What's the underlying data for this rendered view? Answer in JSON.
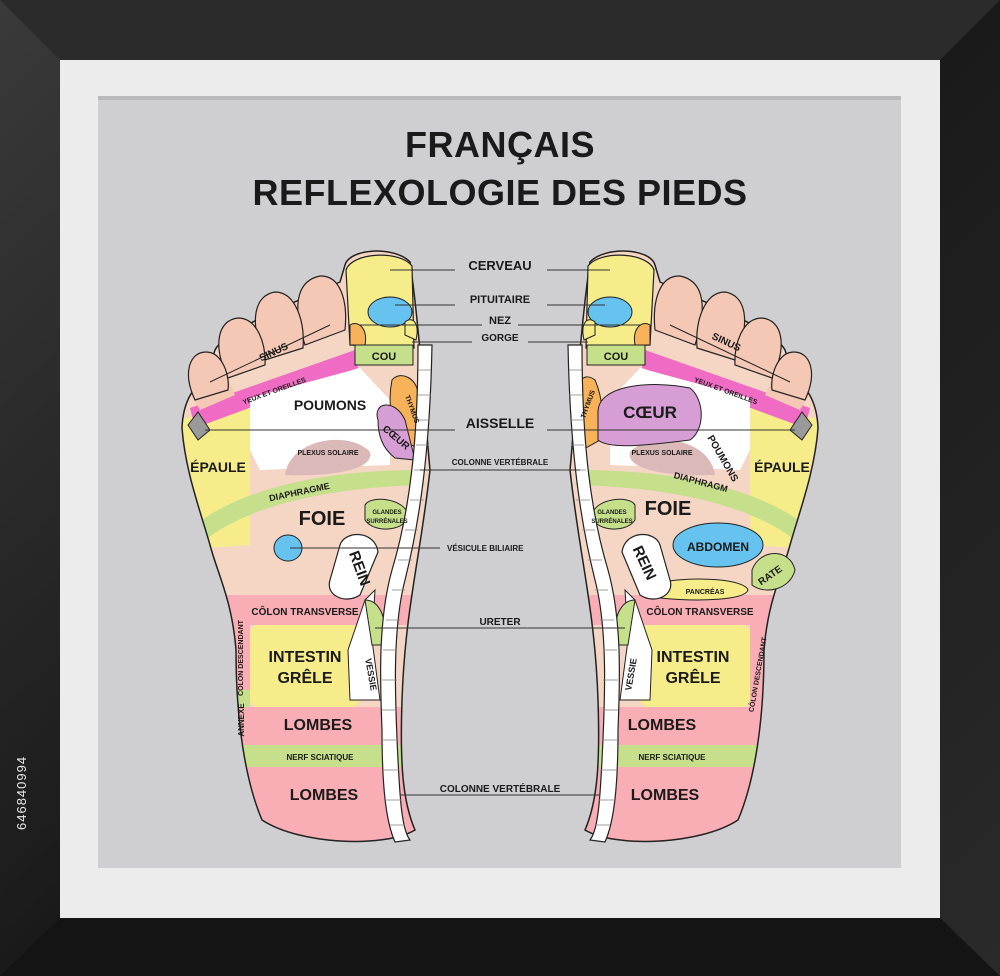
{
  "header": {
    "title_line1": "FRANÇAIS",
    "title_line2": "REFLEXOLOGIE DES PIEDS"
  },
  "stock_id": "646840994",
  "center_labels": {
    "brain": "CERVEAU",
    "pituitary": "PITUITAIRE",
    "nose": "NEZ",
    "throat": "GORGE",
    "armpit": "AISSELLE",
    "spine_top": "COLONNE VERTÉBRALE",
    "gallbladder": "VÉSICULE BILIAIRE",
    "ureter": "URETER",
    "spine_bottom": "COLONNE VERTÉBRALE"
  },
  "left_foot": {
    "sinus": "SINUS",
    "eyes_ears": "YEUX ET OREILLES",
    "neck": "COU",
    "lungs": "POUMONS",
    "thymus": "THYMUS",
    "heart": "CŒUR",
    "shoulder": "ÉPAULE",
    "solar_plexus": "PLEXUS SOLAIRE",
    "diaphragm": "DIAPHRAGME",
    "liver": "FOIE",
    "adrenal_1": "GLANDES",
    "adrenal_2": "SURRÉNALES",
    "kidney": "REIN",
    "transverse_colon": "CÔLON TRANSVERSE",
    "descending_colon": "CÔLON DESCENDANT",
    "small_intestine_1": "INTESTIN",
    "small_intestine_2": "GRÊLE",
    "bladder": "VESSIE",
    "appendix": "ANNEXE",
    "lumbar_top": "LOMBES",
    "sciatic": "NERF SCIATIQUE",
    "lumbar_bottom": "LOMBES"
  },
  "right_foot": {
    "sinus": "SINUS",
    "eyes_ears": "YEUX ET OREILLES",
    "neck": "COU",
    "heart": "CŒUR",
    "thymus": "THYMUS",
    "lungs": "POUMONS",
    "shoulder": "ÉPAULE",
    "solar_plexus": "PLEXUS SOLAIRE",
    "diaphragm": "DIAPHRAGM",
    "liver": "FOIE",
    "adrenal_1": "GLANDES",
    "adrenal_2": "SURRÉNALES",
    "kidney": "REIN",
    "abdomen": "ABDOMEN",
    "spleen": "RATE",
    "pancreas": "PANCRÉAS",
    "transverse_colon": "CÔLON TRANSVERSE",
    "descending_colon": "CÔLON DESCENDANT",
    "small_intestine_1": "INTESTIN",
    "small_intestine_2": "GRÊLE",
    "bladder": "VESSIE",
    "lumbar_top": "LOMBES",
    "sciatic": "NERF SCIATIQUE",
    "lumbar_bottom": "LOMBES"
  },
  "colors": {
    "frame": "#1f1f1f",
    "mat": "#ececec",
    "panel": "#cfcfd1",
    "skin": "#f5d6c5",
    "toe": "#f4c8b4",
    "yellow": "#f6ec8a",
    "green": "#c5df8a",
    "pink": "#f8aeb4",
    "magenta": "#f06cc4",
    "violet": "#d79ed6",
    "blue": "#66c2ee",
    "orange": "#f8b35a",
    "mauve": "#dbb9b9",
    "white": "#ffffff"
  }
}
